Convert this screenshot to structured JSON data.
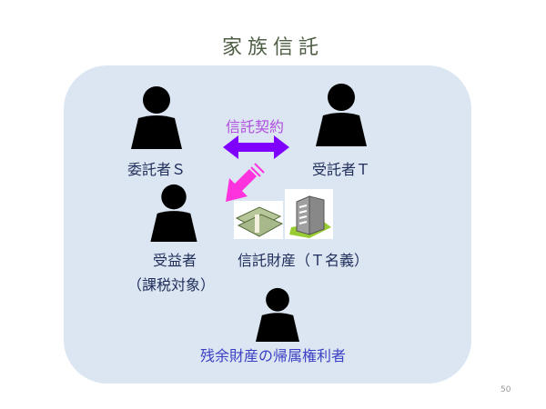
{
  "title": "家族信託",
  "contract_label": "信託契約",
  "settlor": "委託者Ｓ",
  "trustee": "受託者Ｔ",
  "beneficiary": "受益者",
  "beneficiary_note": "（課税対象）",
  "trust_property": "信託財産（Ｔ名義）",
  "residual_holder": "残余財産の帰属権利者",
  "page_number": "50",
  "colors": {
    "panel": "#dce6f2",
    "contract_arrow": "#7f00ff",
    "transfer_arrow": "#ff33dd",
    "text": "#1f2d5a",
    "residual_text": "#3b3fc4"
  }
}
